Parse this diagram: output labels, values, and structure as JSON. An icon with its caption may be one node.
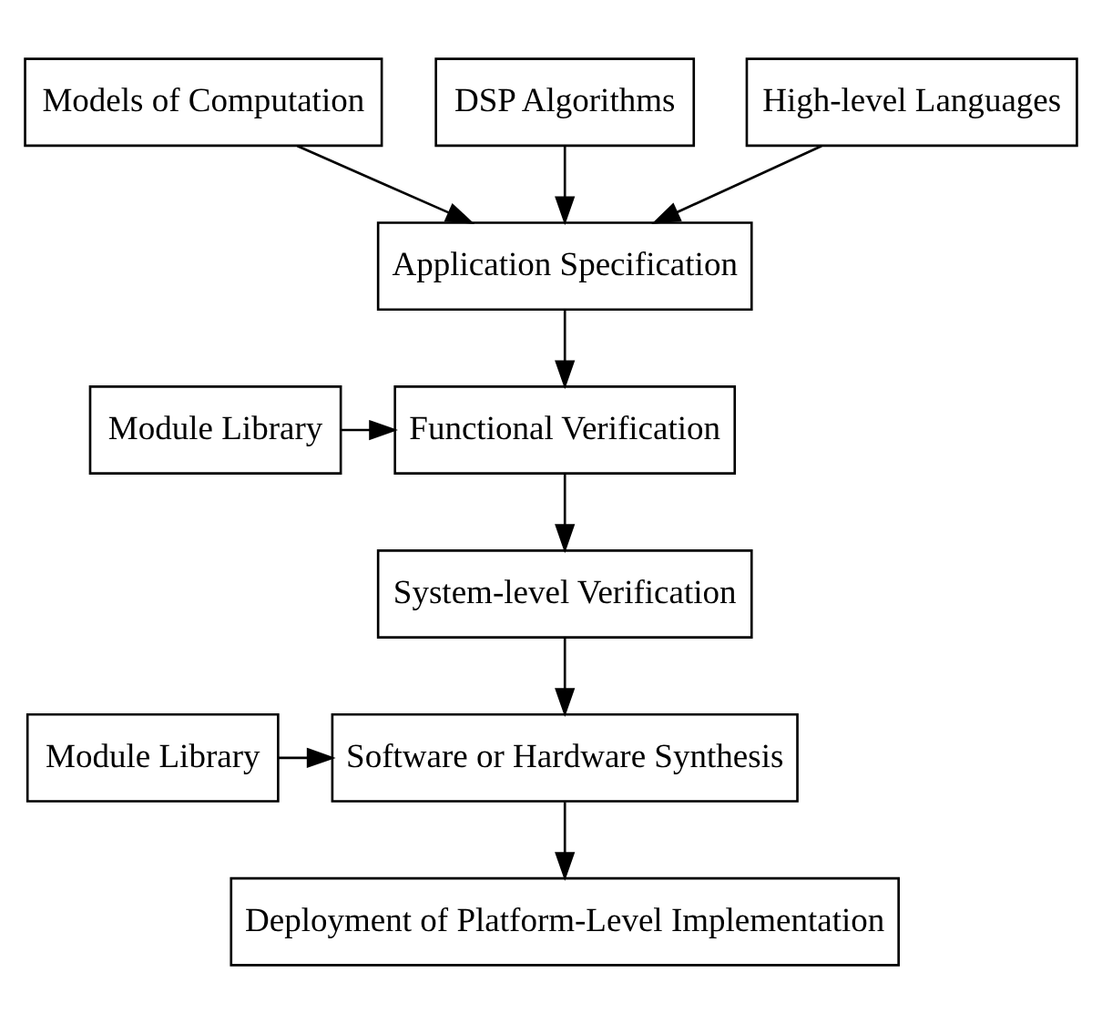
{
  "diagram": {
    "nodes": [
      {
        "text": [
          "Models of Computation"
        ]
      },
      {
        "text": [
          "DSP Algorithms"
        ]
      },
      {
        "text": [
          "High-level Languages"
        ]
      },
      {
        "text": [
          "Application Specification"
        ]
      },
      {
        "text": [
          "Module Library"
        ]
      },
      {
        "text": [
          "Functional Verification"
        ]
      },
      {
        "text": [
          "System-level Verification"
        ]
      },
      {
        "text": [
          "Module Library"
        ]
      },
      {
        "text": [
          "Software or Hardware Synthesis"
        ]
      },
      {
        "text": [
          "Deployment of Platform-Level Implementation"
        ]
      }
    ],
    "edges": [
      {
        "from": 0,
        "to": 3,
        "arrow": "to"
      },
      {
        "from": 1,
        "to": 3,
        "arrow": "to"
      },
      {
        "from": 2,
        "to": 3,
        "arrow": "to"
      },
      {
        "from": 3,
        "to": 5,
        "arrow": "to"
      },
      {
        "from": 4,
        "to": 5,
        "arrow": "to"
      },
      {
        "from": 5,
        "to": 6,
        "arrow": "to"
      },
      {
        "from": 6,
        "to": 8,
        "arrow": "to"
      },
      {
        "from": 7,
        "to": 8,
        "arrow": "to"
      },
      {
        "from": 8,
        "to": 9,
        "arrow": "to"
      }
    ]
  }
}
